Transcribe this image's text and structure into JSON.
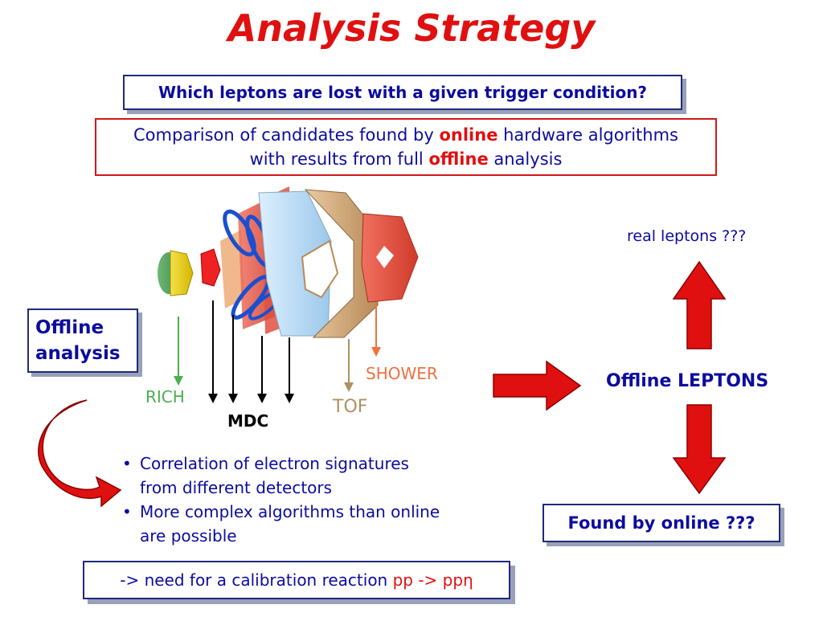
{
  "title": "Analysis Strategy",
  "question": "Which leptons are lost with a given trigger condition?",
  "comparison": {
    "line1_pre": "Comparison of candidates found by ",
    "line1_em": "online",
    "line1_post": " hardware algorithms",
    "line2_pre": "with results from full ",
    "line2_em": "offline",
    "line2_post": " analysis"
  },
  "offline_box": {
    "line1": "Offline",
    "line2": "analysis"
  },
  "detectors": {
    "rich": "RICH",
    "mdc": "MDC",
    "tof": "TOF",
    "shower": "SHOWER"
  },
  "right": {
    "real_leptons": "real leptons ???",
    "offline_leptons": "Offline LEPTONS",
    "found_by_online": "Found by online ???"
  },
  "bullets": [
    {
      "line1": "Correlation of electron signatures",
      "line2": "from different detectors"
    },
    {
      "line1": "More complex algorithms than online",
      "line2": "are possible"
    }
  ],
  "bullet_symbol": "•",
  "calibration": {
    "pre": "-> need for a calibration reaction ",
    "reaction": "pp -> ppη"
  },
  "colors": {
    "title": "#e01010",
    "text_blue": "#0c0c9e",
    "arrow_red": "#e01010",
    "rich": "#4caf50",
    "tof": "#b09060",
    "shower": "#f07040"
  }
}
